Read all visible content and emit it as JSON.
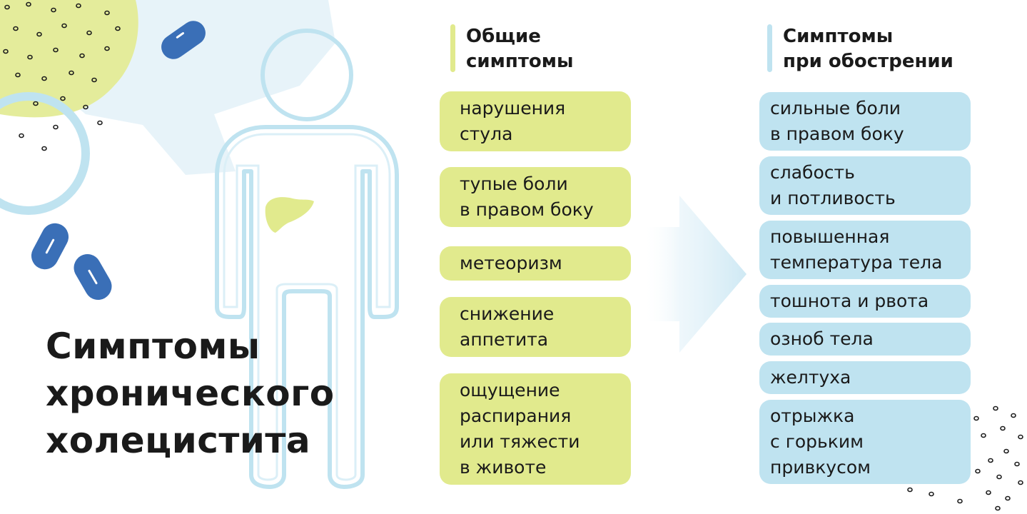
{
  "title": {
    "lines": [
      "Симптомы",
      "хронического",
      "холецистита"
    ]
  },
  "general": {
    "heading": [
      "Общие",
      "симптомы"
    ],
    "items": [
      {
        "lines": [
          "нарушения",
          "стула"
        ]
      },
      {
        "lines": [
          "тупые боли",
          "в правом боку"
        ]
      },
      {
        "lines": [
          "метеоризм"
        ]
      },
      {
        "lines": [
          "снижение",
          "аппетита"
        ]
      },
      {
        "lines": [
          "ощущение",
          "распирания",
          "или тяжести",
          "в животе"
        ]
      }
    ]
  },
  "exacerbation": {
    "heading": [
      "Симптомы",
      "при обострении"
    ],
    "items": [
      {
        "lines": [
          "сильные боли",
          "в правом боку"
        ]
      },
      {
        "lines": [
          "слабость",
          "и потливость"
        ]
      },
      {
        "lines": [
          "повышенная",
          "температура тела"
        ]
      },
      {
        "lines": [
          "тошнота и рвота"
        ]
      },
      {
        "lines": [
          "озноб тела"
        ]
      },
      {
        "lines": [
          "желтуха"
        ]
      },
      {
        "lines": [
          "отрыжка",
          "с горьким",
          "привкусом"
        ]
      }
    ]
  },
  "colors": {
    "yellow": "#e1ea8d",
    "blue": "#bfe3f0",
    "pill_blue": "#3a6fb7",
    "outline": "#bfe3f0",
    "liver": "#e1ea8d",
    "text": "#1a1a1a"
  },
  "icons": [
    "pill-icon",
    "human-body-icon",
    "liver-icon",
    "arrow-right-icon"
  ]
}
